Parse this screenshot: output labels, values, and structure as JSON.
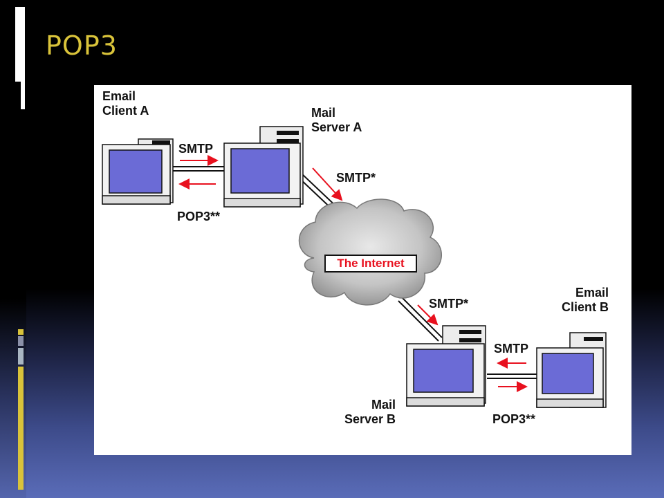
{
  "slide": {
    "title": "POP3"
  },
  "diagram": {
    "labels": {
      "client_a_line1": "Email",
      "client_a_line2": "Client A",
      "server_a_line1": "Mail",
      "server_a_line2": "Server A",
      "smtp_client_a_to_server_a": "SMTP",
      "pop3_server_a_to_client_a": "POP3**",
      "smtp_server_a_to_internet": "SMTP*",
      "internet": "The Internet",
      "smtp_internet_to_server_b": "SMTP*",
      "client_b_line1": "Email",
      "client_b_line2": "Client B",
      "smtp_client_b_to_server_b": "SMTP",
      "pop3_server_b_to_client_b": "POP3**",
      "server_b_line1": "Mail",
      "server_b_line2": "Server B"
    },
    "colors": {
      "screen": "#6b6bd6",
      "arrow": "#e8101e",
      "internet_text": "#e8101e"
    }
  }
}
